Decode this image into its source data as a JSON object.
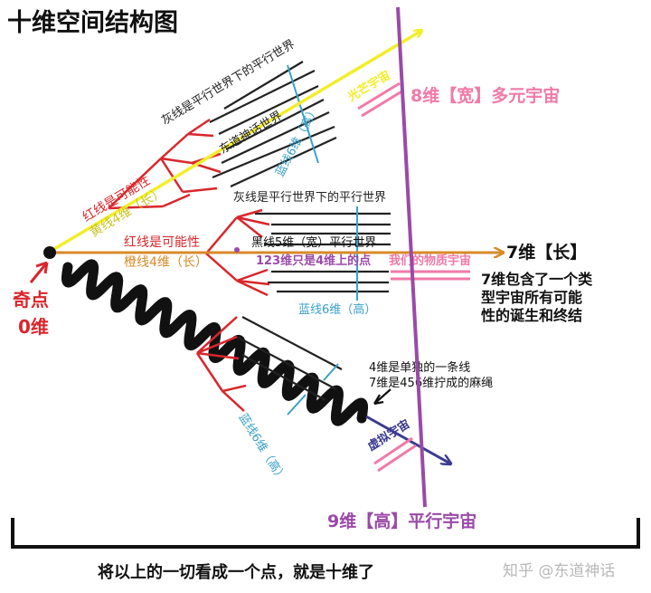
{
  "title": "十维空间结构图",
  "origin": {
    "label1": "奇点",
    "label2": "0维"
  },
  "upper_branch": {
    "red_label": "红线是可能性",
    "yellow_label": "黄线4维（长）",
    "gray_label_top": "灰线是平行世界下的平行世界",
    "legend_world": "东道神话世界",
    "blue_label": "蓝线6维（高）",
    "light_label": "光芒宇宙",
    "dim_label": "8维【宽】多元宇宙"
  },
  "middle_branch": {
    "gray_label": "灰线是平行世界下的平行世界",
    "red_label": "红线是可能性",
    "orange_label": "橙线4维（长）",
    "black_label": "黑线5维（宽）平行世界",
    "note_123": "123维只是4维上的点",
    "our_universe": "我们的物质宇宙",
    "blue_label": "蓝线6维（高）",
    "dim_label": "7维【长】",
    "desc_lines": [
      "7维包含了一个类",
      "型宇宙所有可能",
      "性的诞生和终结"
    ]
  },
  "lower_branch": {
    "note_line1": "4维是单独的一条线",
    "note_line2": "7维是456维拧成的麻绳",
    "blue_label": "蓝线6维（高）",
    "virtual": "虚拟宇宙"
  },
  "ninth": {
    "label": "9维【高】平行宇宙"
  },
  "bottom": {
    "caption": "将以上的一切看成一个点，就是十维了",
    "watermark": "知乎 @东道神话"
  },
  "colors": {
    "red": "#d9262c",
    "yellow": "#f2ee2a",
    "orange": "#d88a28",
    "blue": "#3aa0c8",
    "pink": "#f07aa8",
    "purple": "#9a4aa8",
    "navy": "#3b3b8f",
    "black": "#111111"
  }
}
